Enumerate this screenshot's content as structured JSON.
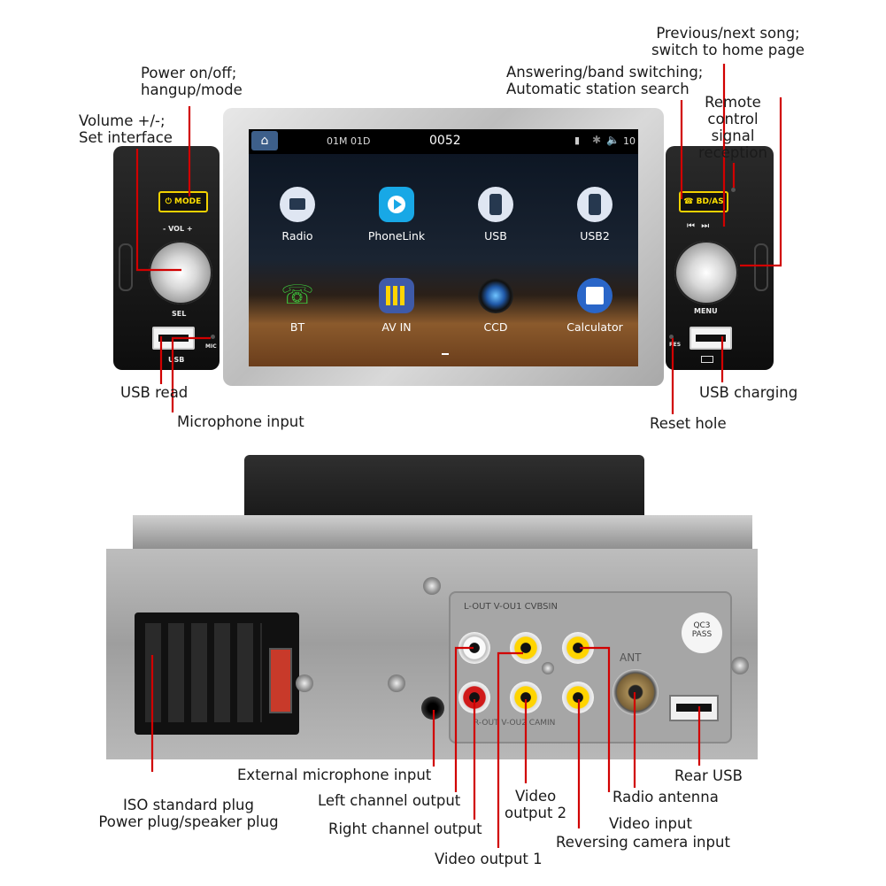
{
  "colors": {
    "accent_yellow": "#ffe600",
    "callout_red": "#d10000",
    "screen_bg": "#1a2432"
  },
  "front": {
    "labels": {
      "power": [
        "Power on/off;",
        "hangup/mode"
      ],
      "volume": [
        "Volume +/-;",
        "Set interface"
      ],
      "answering": [
        "Answering/band switching;",
        "Automatic station search"
      ],
      "prevnext": [
        "Previous/next song;",
        "switch to home page"
      ],
      "remote": [
        "Remote",
        "control",
        "signal",
        "reception"
      ],
      "usb_read": "USB read",
      "mic_input": "Microphone input",
      "usb_charging": "USB charging",
      "reset_hole": "Reset hole"
    },
    "device_text": {
      "mode": "MODE",
      "vol": "- VOL +",
      "sel": "SEL",
      "usb": "USB",
      "mic": "MIC",
      "bdas": "BD/AS",
      "menu": "MENU",
      "rst": "RES"
    },
    "screen": {
      "date": "01M 01D",
      "time": "0052",
      "volume": "10",
      "home_icon": "home-icon",
      "apps": [
        {
          "label": "Radio",
          "icon": "radio-icon"
        },
        {
          "label": "PhoneLink",
          "icon": "phonelink-icon"
        },
        {
          "label": "USB",
          "icon": "usb-icon"
        },
        {
          "label": "USB2",
          "icon": "usb-icon"
        },
        {
          "label": "BT",
          "icon": "phone-icon"
        },
        {
          "label": "AV IN",
          "icon": "av-in-icon"
        },
        {
          "label": "CCD",
          "icon": "camera-icon"
        },
        {
          "label": "Calculator",
          "icon": "calculator-icon"
        }
      ]
    }
  },
  "back": {
    "labels": {
      "ext_mic": "External microphone input",
      "iso": [
        "ISO standard plug",
        "Power plug/speaker plug"
      ],
      "left_ch": "Left channel output",
      "right_ch": "Right channel output",
      "video_out1": "Video output 1",
      "video_out2": [
        "Video",
        "output 2"
      ],
      "video_input": "Video input",
      "reversing": "Reversing camera input",
      "radio_ant": "Radio antenna",
      "rear_usb": "Rear USB"
    },
    "device_text": {
      "panel_top": "L-OUT V-OU1 CVBSIN",
      "panel_bot": "R-OUT V-OU2 CAMIN",
      "ant": "ANT",
      "qc": [
        "QC3",
        "PASS"
      ]
    }
  }
}
